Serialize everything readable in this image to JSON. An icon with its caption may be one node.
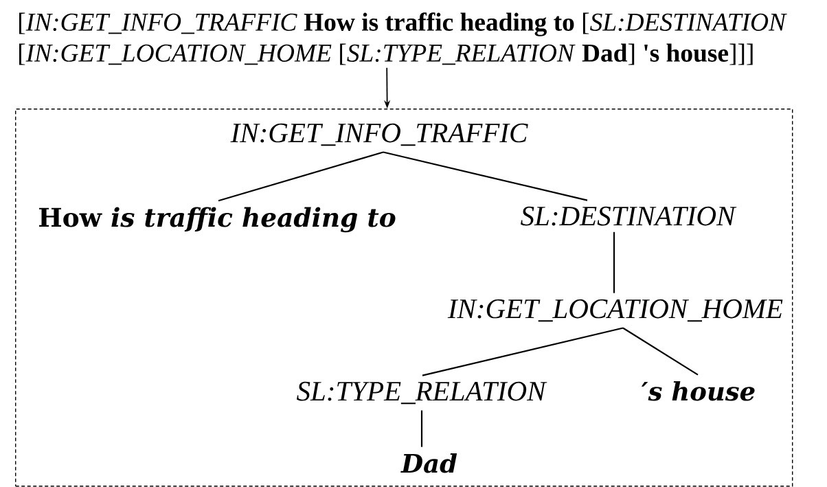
{
  "diagram": {
    "nodes": [
      {
        "text": [
          "[*IN:GET_INFO_TRAFFIC* **How is traffic heading to** [*SL:DESTINATION* [*IN:GET_LOCATION_HOME* [*SL:TYPE_RELATION* **Dad**] **'s house**]]]"
        ]
      },
      {
        "text": [],
        "shape": "box"
      },
      {
        "text": [
          "IN:GET_INFO_TRAFFIC"
        ],
        "in": 1
      },
      {
        "text": [
          "How *is traffic heading to*"
        ],
        "in": 1
      },
      {
        "text": [
          "SL:DESTINATION"
        ],
        "in": 1
      },
      {
        "text": [
          "IN:GET_LOCATION_HOME"
        ],
        "in": 1
      },
      {
        "text": [
          "SL:TYPE_RELATION"
        ],
        "in": 1
      },
      {
        "text": [
          "′s house"
        ],
        "in": 1
      },
      {
        "text": [
          "Dad"
        ],
        "in": 1
      }
    ],
    "edges": [
      {
        "from": 0,
        "to": 1,
        "arrow": "to"
      },
      {
        "from": 2,
        "to": 3,
        "arrow": "none"
      },
      {
        "from": 2,
        "to": 4,
        "arrow": "none"
      },
      {
        "from": 4,
        "to": 5,
        "arrow": "none"
      },
      {
        "from": 5,
        "to": 6,
        "arrow": "none"
      },
      {
        "from": 5,
        "to": 7,
        "arrow": "none"
      },
      {
        "from": 6,
        "to": 8,
        "arrow": "none"
      }
    ]
  }
}
